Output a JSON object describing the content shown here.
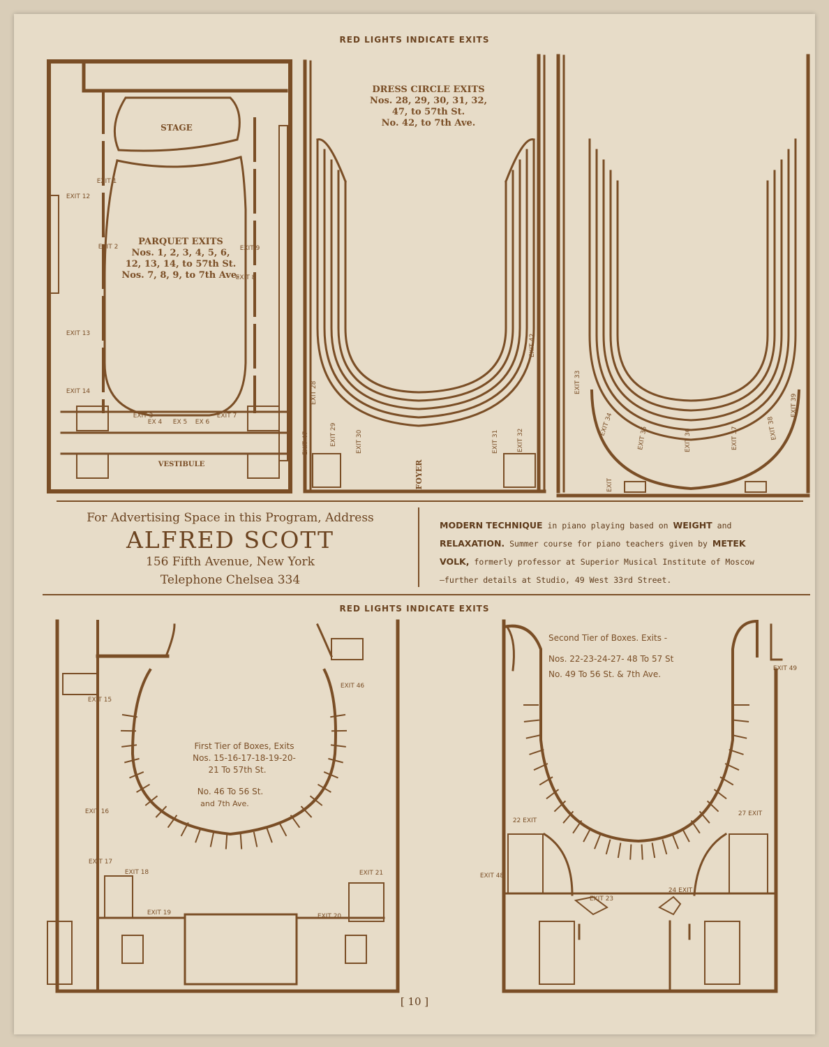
{
  "header_top": "RED LIGHTS INDICATE EXITS",
  "header_mid": "RED LIGHTS INDICATE EXITS",
  "parquet": {
    "stage": "STAGE",
    "title": "PARQUET EXITS",
    "line1": "Nos. 1, 2, 3, 4, 5, 6,",
    "line2": "12, 13, 14, to 57th St.",
    "line3": "Nos. 7, 8, 9, to 7th Ave.",
    "vestibule": "VESTIBULE",
    "exits": [
      "EXIT 1",
      "EXIT 2",
      "EXIT 3",
      "EX 4",
      "EX 5",
      "EX 6",
      "EXIT 7",
      "EXIT 8",
      "EXIT 9",
      "EXIT 12",
      "EXIT 13",
      "EXIT 14"
    ]
  },
  "dress_circle": {
    "title": "DRESS CIRCLE EXITS",
    "line1": "Nos. 28, 29, 30, 31, 32,",
    "line2": "47, to 57th St.",
    "line3": "No. 42, to 7th Ave.",
    "foyer": "FOYER",
    "exits": [
      "EXIT 28",
      "EXIT 29",
      "EXIT 30",
      "EXIT 31",
      "EXIT 32",
      "EXIT 42",
      "EXIT 47"
    ]
  },
  "balcony": {
    "exits": [
      "EXIT 33",
      "EXIT 34",
      "EXIT 35",
      "EXIT 36",
      "EXIT 37",
      "EXIT 38",
      "EXIT 39",
      "EXIT"
    ]
  },
  "ad_left": {
    "line1": "For Advertising Space in this Program, Address",
    "name": "ALFRED SCOTT",
    "address": "156 Fifth Avenue, New York",
    "phone": "Telephone Chelsea 334"
  },
  "ad_right": {
    "b1": "MODERN TECHNIQUE",
    "t1": " in piano playing based on ",
    "b2": "WEIGHT",
    "t2": " and",
    "b3": "RELAXATION.",
    "t3": " Summer course for piano teachers given by ",
    "b4": "METEK",
    "b5": "VOLK,",
    "t4": " formerly professor at Superior Musical Institute of Moscow",
    "t5": "—further details at Studio, 49 West 33rd Street."
  },
  "first_tier": {
    "line1": "First Tier of Boxes, Exits",
    "line2": "Nos. 15-16-17-18-19-20-",
    "line3": "21 To 57th St.",
    "line4": "No. 46 To 56 St.",
    "line5": "and 7th Ave.",
    "exits": [
      "EXIT 15",
      "EXIT 16",
      "EXIT 17",
      "EXIT 18",
      "EXIT 19",
      "EXIT 20",
      "EXIT 21",
      "EXIT 46"
    ]
  },
  "second_tier": {
    "line1": "Second Tier of Boxes. Exits -",
    "line2": "Nos. 22-23-24-27- 48 To 57 St",
    "line3": "No. 49 To 56 St. & 7th Ave.",
    "exits": [
      "22 EXIT",
      "27 EXIT",
      "EXIT 48",
      "EXIT 23",
      "24 EXIT",
      "EXIT 49"
    ]
  },
  "page_number": "[ 10 ]",
  "colors": {
    "ink": "#6b4320",
    "paper": "#e7dcc8"
  }
}
